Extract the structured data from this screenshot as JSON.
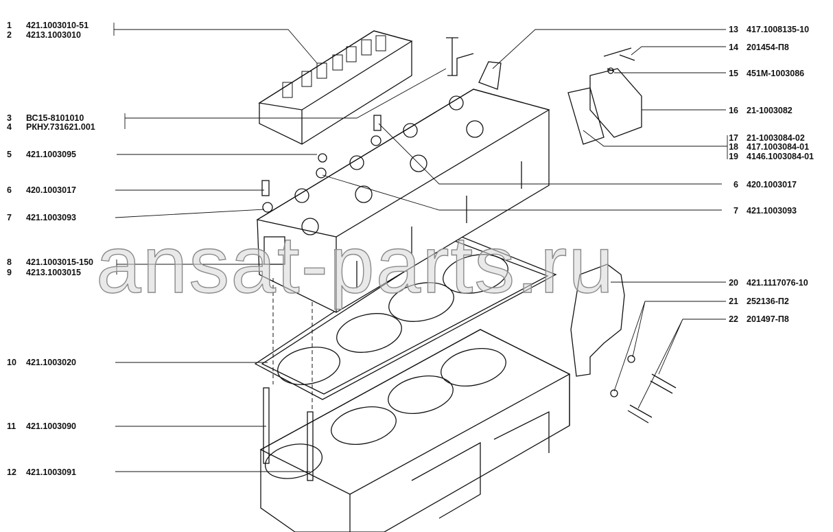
{
  "watermark": "ansat-parts.ru",
  "callouts_left": [
    {
      "num": "1",
      "part": "421.1003010-51"
    },
    {
      "num": "2",
      "part": "4213.1003010"
    },
    {
      "num": "3",
      "part": "ВС15-8101010"
    },
    {
      "num": "4",
      "part": "РКНУ.731621.001"
    },
    {
      "num": "5",
      "part": "421.1003095"
    },
    {
      "num": "6",
      "part": "420.1003017"
    },
    {
      "num": "7",
      "part": "421.1003093"
    },
    {
      "num": "8",
      "part": "421.1003015-150"
    },
    {
      "num": "9",
      "part": "4213.1003015"
    },
    {
      "num": "10",
      "part": "421.1003020"
    },
    {
      "num": "11",
      "part": "421.1003090"
    },
    {
      "num": "12",
      "part": "421.1003091"
    }
  ],
  "callouts_right": [
    {
      "num": "13",
      "part": "417.1008135-10"
    },
    {
      "num": "14",
      "part": "201454-П8"
    },
    {
      "num": "15",
      "part": "451М-1003086"
    },
    {
      "num": "16",
      "part": "21-1003082"
    },
    {
      "num": "17",
      "part": "21-1003084-02"
    },
    {
      "num": "18",
      "part": "417.1003084-01"
    },
    {
      "num": "19",
      "part": "4146.1003084-01"
    },
    {
      "num": "6",
      "part": "420.1003017"
    },
    {
      "num": "7",
      "part": "421.1003093"
    },
    {
      "num": "20",
      "part": "421.1117076-10"
    },
    {
      "num": "21",
      "part": "252136-П2"
    },
    {
      "num": "22",
      "part": "201497-П8"
    }
  ]
}
